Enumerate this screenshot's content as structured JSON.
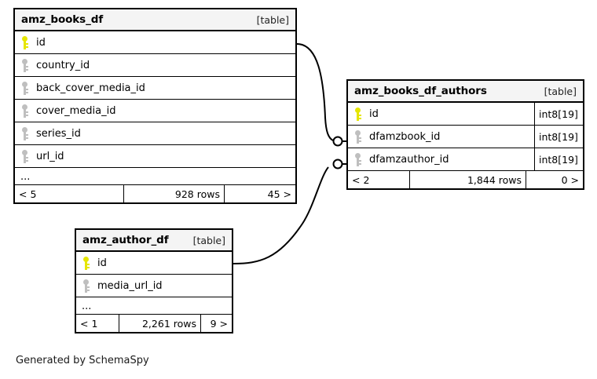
{
  "diagram": {
    "kind": "entity-relationship-diagram",
    "generator_note": "Generated by SchemaSpy",
    "colors": {
      "background": "#ffffff",
      "table_border": "#000000",
      "header_fill": "#f4f4f4",
      "primary_key_icon": "#e6e600",
      "foreign_key_icon": "#bfbfbf",
      "connector": "#000000"
    }
  },
  "tables": [
    {
      "id": "amz_books_df",
      "name": "amz_books_df",
      "tag": "[table]",
      "columns": [
        {
          "name": "id",
          "key": "primary",
          "key_icon": "key-icon",
          "type": ""
        },
        {
          "name": "country_id",
          "key": "foreign",
          "key_icon": "key-icon",
          "type": ""
        },
        {
          "name": "back_cover_media_id",
          "key": "foreign",
          "key_icon": "key-icon",
          "type": ""
        },
        {
          "name": "cover_media_id",
          "key": "foreign",
          "key_icon": "key-icon",
          "type": ""
        },
        {
          "name": "series_id",
          "key": "foreign",
          "key_icon": "key-icon",
          "type": ""
        },
        {
          "name": "url_id",
          "key": "foreign",
          "key_icon": "key-icon",
          "type": ""
        }
      ],
      "ellipsis": "...",
      "footer": {
        "left": "< 5",
        "middle": "928 rows",
        "right": "45 >"
      }
    },
    {
      "id": "amz_books_df_authors",
      "name": "amz_books_df_authors",
      "tag": "[table]",
      "columns": [
        {
          "name": "id",
          "key": "primary",
          "key_icon": "key-icon",
          "type": "int8[19]"
        },
        {
          "name": "dfamzbook_id",
          "key": "foreign",
          "key_icon": "key-icon",
          "type": "int8[19]"
        },
        {
          "name": "dfamzauthor_id",
          "key": "foreign",
          "key_icon": "key-icon",
          "type": "int8[19]"
        }
      ],
      "ellipsis": "",
      "footer": {
        "left": "< 2",
        "middle": "1,844 rows",
        "right": "0 >"
      }
    },
    {
      "id": "amz_author_df",
      "name": "amz_author_df",
      "tag": "[table]",
      "columns": [
        {
          "name": "id",
          "key": "primary",
          "key_icon": "key-icon",
          "type": ""
        },
        {
          "name": "media_url_id",
          "key": "foreign",
          "key_icon": "key-icon",
          "type": ""
        }
      ],
      "ellipsis": "...",
      "footer": {
        "left": "< 1",
        "middle": "2,261 rows",
        "right": "9 >"
      }
    }
  ],
  "relationships": [
    {
      "name": "amz_books_df.id -> amz_books_df_authors.dfamzbook_id",
      "from_table": "amz_books_df",
      "from_column": "id",
      "to_table": "amz_books_df_authors",
      "to_column": "dfamzbook_id",
      "from_cardinality": "one",
      "to_cardinality": "zero-or-many"
    },
    {
      "name": "amz_author_df.id -> amz_books_df_authors.dfamzauthor_id",
      "from_table": "amz_author_df",
      "from_column": "id",
      "to_table": "amz_books_df_authors",
      "to_column": "dfamzauthor_id",
      "from_cardinality": "one",
      "to_cardinality": "zero-or-many"
    }
  ],
  "footer": {
    "credit": "Generated by SchemaSpy"
  }
}
